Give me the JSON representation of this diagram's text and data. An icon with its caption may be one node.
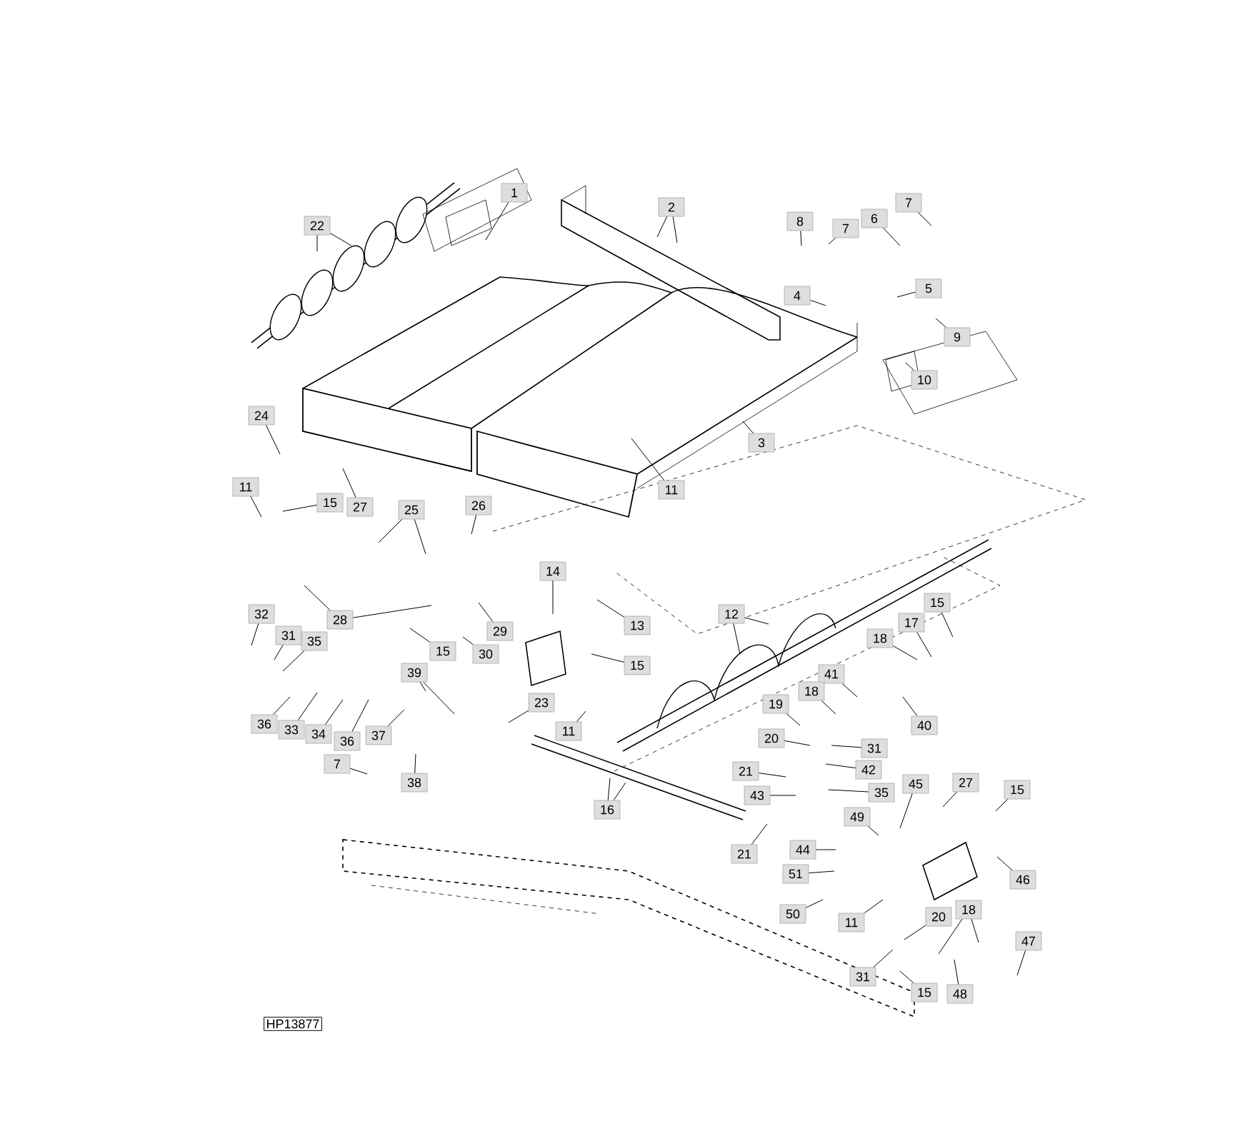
{
  "diagram": {
    "nodes": [
      {
        "text": [
          "1"
        ]
      },
      {
        "text": [
          "7"
        ]
      },
      {
        "text": [
          "2"
        ]
      },
      {
        "text": [
          "6"
        ]
      },
      {
        "text": [
          "8"
        ]
      },
      {
        "text": [
          "22"
        ]
      },
      {
        "text": [
          "7"
        ]
      },
      {
        "text": [
          "5"
        ]
      },
      {
        "text": [
          "4"
        ]
      },
      {
        "text": [
          "9"
        ]
      },
      {
        "text": [
          "10"
        ]
      },
      {
        "text": [
          "24"
        ]
      },
      {
        "text": [
          "3"
        ]
      },
      {
        "text": [
          "11"
        ]
      },
      {
        "text": [
          "11"
        ]
      },
      {
        "text": [
          "15"
        ]
      },
      {
        "text": [
          "26"
        ]
      },
      {
        "text": [
          "27"
        ]
      },
      {
        "text": [
          "25"
        ]
      },
      {
        "text": [
          "14"
        ]
      },
      {
        "text": [
          "15"
        ]
      },
      {
        "text": [
          "32"
        ]
      },
      {
        "text": [
          "12"
        ]
      },
      {
        "text": [
          "28"
        ]
      },
      {
        "text": [
          "13"
        ]
      },
      {
        "text": [
          "17"
        ]
      },
      {
        "text": [
          "29"
        ]
      },
      {
        "text": [
          "31"
        ]
      },
      {
        "text": [
          "18"
        ]
      },
      {
        "text": [
          "35"
        ]
      },
      {
        "text": [
          "30"
        ]
      },
      {
        "text": [
          "15"
        ]
      },
      {
        "text": [
          "15"
        ]
      },
      {
        "text": [
          "39"
        ]
      },
      {
        "text": [
          "41"
        ]
      },
      {
        "text": [
          "18"
        ]
      },
      {
        "text": [
          "23"
        ]
      },
      {
        "text": [
          "19"
        ]
      },
      {
        "text": [
          "36"
        ]
      },
      {
        "text": [
          "40"
        ]
      },
      {
        "text": [
          "33"
        ]
      },
      {
        "text": [
          "11"
        ]
      },
      {
        "text": [
          "34"
        ]
      },
      {
        "text": [
          "37"
        ]
      },
      {
        "text": [
          "20"
        ]
      },
      {
        "text": [
          "36"
        ]
      },
      {
        "text": [
          "31"
        ]
      },
      {
        "text": [
          "7"
        ]
      },
      {
        "text": [
          "42"
        ]
      },
      {
        "text": [
          "21"
        ]
      },
      {
        "text": [
          "38"
        ]
      },
      {
        "text": [
          "27"
        ]
      },
      {
        "text": [
          "45"
        ]
      },
      {
        "text": [
          "15"
        ]
      },
      {
        "text": [
          "35"
        ]
      },
      {
        "text": [
          "43"
        ]
      },
      {
        "text": [
          "49"
        ]
      },
      {
        "text": [
          "16"
        ]
      },
      {
        "text": [
          "44"
        ]
      },
      {
        "text": [
          "21"
        ]
      },
      {
        "text": [
          "51"
        ]
      },
      {
        "text": [
          "46"
        ]
      },
      {
        "text": [
          "18"
        ]
      },
      {
        "text": [
          "50"
        ]
      },
      {
        "text": [
          "20"
        ]
      },
      {
        "text": [
          "11"
        ]
      },
      {
        "text": [
          "47"
        ]
      },
      {
        "text": [
          "31"
        ]
      },
      {
        "text": [
          "15"
        ]
      },
      {
        "text": [
          "48"
        ]
      }
    ],
    "edges": [
      {
        "from": 0,
        "to": null,
        "arrow": "none"
      },
      {
        "from": 1,
        "to": null,
        "arrow": "none"
      },
      {
        "from": 2,
        "to": null,
        "arrow": "none"
      },
      {
        "from": 2,
        "to": null,
        "arrow": "none"
      },
      {
        "from": 3,
        "to": null,
        "arrow": "none"
      },
      {
        "from": 4,
        "to": null,
        "arrow": "none"
      },
      {
        "from": 5,
        "to": null,
        "arrow": "none"
      },
      {
        "from": 5,
        "to": null,
        "arrow": "none"
      },
      {
        "from": 6,
        "to": null,
        "arrow": "none"
      },
      {
        "from": 7,
        "to": null,
        "arrow": "none"
      },
      {
        "from": 8,
        "to": null,
        "arrow": "none"
      },
      {
        "from": 9,
        "to": null,
        "arrow": "none"
      },
      {
        "from": 10,
        "to": null,
        "arrow": "none"
      },
      {
        "from": 11,
        "to": null,
        "arrow": "none"
      },
      {
        "from": 12,
        "to": null,
        "arrow": "none"
      },
      {
        "from": 13,
        "to": null,
        "arrow": "none"
      },
      {
        "from": 14,
        "to": null,
        "arrow": "none"
      },
      {
        "from": 15,
        "to": null,
        "arrow": "none"
      },
      {
        "from": 16,
        "to": null,
        "arrow": "none"
      },
      {
        "from": 17,
        "to": null,
        "arrow": "none"
      },
      {
        "from": 18,
        "to": null,
        "arrow": "none"
      },
      {
        "from": 18,
        "to": null,
        "arrow": "none"
      },
      {
        "from": 19,
        "to": null,
        "arrow": "none"
      },
      {
        "from": 20,
        "to": null,
        "arrow": "none"
      },
      {
        "from": 21,
        "to": null,
        "arrow": "none"
      },
      {
        "from": 22,
        "to": null,
        "arrow": "none"
      },
      {
        "from": 22,
        "to": null,
        "arrow": "none"
      },
      {
        "from": 23,
        "to": null,
        "arrow": "none"
      },
      {
        "from": 23,
        "to": null,
        "arrow": "none"
      },
      {
        "from": 24,
        "to": null,
        "arrow": "none"
      },
      {
        "from": 25,
        "to": null,
        "arrow": "none"
      },
      {
        "from": 26,
        "to": null,
        "arrow": "none"
      },
      {
        "from": 27,
        "to": null,
        "arrow": "none"
      },
      {
        "from": 28,
        "to": null,
        "arrow": "none"
      },
      {
        "from": 29,
        "to": null,
        "arrow": "none"
      },
      {
        "from": 30,
        "to": null,
        "arrow": "none"
      },
      {
        "from": 31,
        "to": null,
        "arrow": "none"
      },
      {
        "from": 32,
        "to": null,
        "arrow": "none"
      },
      {
        "from": 33,
        "to": null,
        "arrow": "none"
      },
      {
        "from": 33,
        "to": null,
        "arrow": "none"
      },
      {
        "from": 34,
        "to": null,
        "arrow": "none"
      },
      {
        "from": 35,
        "to": null,
        "arrow": "none"
      },
      {
        "from": 36,
        "to": null,
        "arrow": "none"
      },
      {
        "from": 37,
        "to": null,
        "arrow": "none"
      },
      {
        "from": 38,
        "to": null,
        "arrow": "none"
      },
      {
        "from": 39,
        "to": null,
        "arrow": "none"
      },
      {
        "from": 40,
        "to": null,
        "arrow": "none"
      },
      {
        "from": 41,
        "to": null,
        "arrow": "none"
      },
      {
        "from": 42,
        "to": null,
        "arrow": "none"
      },
      {
        "from": 43,
        "to": null,
        "arrow": "none"
      },
      {
        "from": 44,
        "to": null,
        "arrow": "none"
      },
      {
        "from": 45,
        "to": null,
        "arrow": "none"
      },
      {
        "from": 46,
        "to": null,
        "arrow": "none"
      },
      {
        "from": 47,
        "to": null,
        "arrow": "none"
      },
      {
        "from": 48,
        "to": null,
        "arrow": "none"
      },
      {
        "from": 49,
        "to": null,
        "arrow": "none"
      },
      {
        "from": 50,
        "to": null,
        "arrow": "none"
      },
      {
        "from": 51,
        "to": null,
        "arrow": "none"
      },
      {
        "from": 52,
        "to": null,
        "arrow": "none"
      },
      {
        "from": 53,
        "to": null,
        "arrow": "none"
      },
      {
        "from": 54,
        "to": null,
        "arrow": "none"
      },
      {
        "from": 55,
        "to": null,
        "arrow": "none"
      },
      {
        "from": 56,
        "to": null,
        "arrow": "none"
      },
      {
        "from": 57,
        "to": null,
        "arrow": "none"
      },
      {
        "from": 57,
        "to": null,
        "arrow": "none"
      },
      {
        "from": 58,
        "to": null,
        "arrow": "none"
      },
      {
        "from": 59,
        "to": null,
        "arrow": "none"
      },
      {
        "from": 60,
        "to": null,
        "arrow": "none"
      },
      {
        "from": 61,
        "to": null,
        "arrow": "none"
      },
      {
        "from": 62,
        "to": null,
        "arrow": "none"
      },
      {
        "from": 62,
        "to": null,
        "arrow": "none"
      },
      {
        "from": 63,
        "to": null,
        "arrow": "none"
      },
      {
        "from": 64,
        "to": null,
        "arrow": "none"
      },
      {
        "from": 65,
        "to": null,
        "arrow": "none"
      },
      {
        "from": 66,
        "to": null,
        "arrow": "none"
      },
      {
        "from": 67,
        "to": null,
        "arrow": "none"
      },
      {
        "from": 68,
        "to": null,
        "arrow": "none"
      },
      {
        "from": 69,
        "to": null,
        "arrow": "none"
      }
    ],
    "labels": [
      "HP13877"
    ]
  }
}
